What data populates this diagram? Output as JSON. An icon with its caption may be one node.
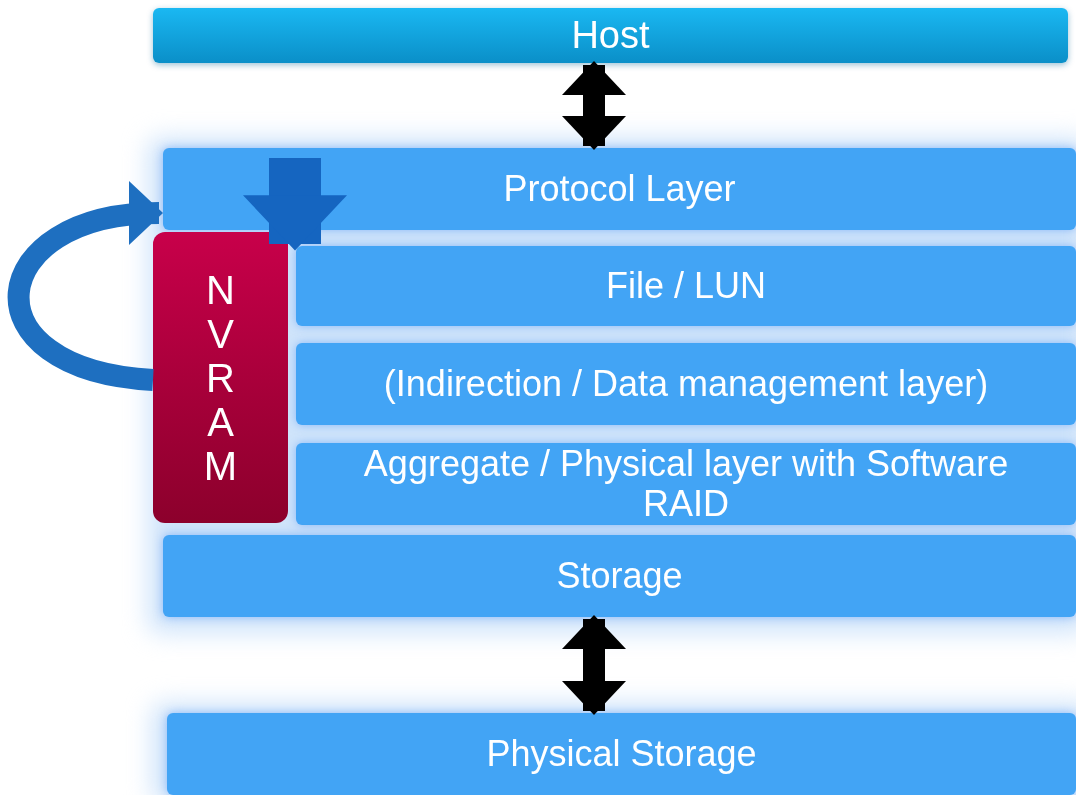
{
  "diagram": {
    "nodes": [
      {
        "text": [
          "Host"
        ]
      },
      {
        "text": [
          "Protocol Layer"
        ]
      },
      {
        "text": [
          "NVRAM"
        ]
      },
      {
        "text": [
          "File / LUN"
        ]
      },
      {
        "text": [
          "(Indirection / Data management layer)"
        ]
      },
      {
        "text": [
          "Aggregate / Physical layer with Software RAID"
        ]
      },
      {
        "text": [
          "Storage"
        ]
      },
      {
        "text": [
          "Physical Storage"
        ]
      }
    ],
    "edges": [
      {
        "from": 0,
        "to": 1,
        "arrow": "both",
        "color": "#000000"
      },
      {
        "from": 2,
        "to": 1,
        "arrow": "to",
        "color": "#1e6fc0"
      },
      {
        "from": 1,
        "to": 3,
        "arrow": "to",
        "style": "thick",
        "color": "#1565c0"
      },
      {
        "from": 6,
        "to": 7,
        "arrow": "both",
        "color": "#000000"
      }
    ]
  }
}
